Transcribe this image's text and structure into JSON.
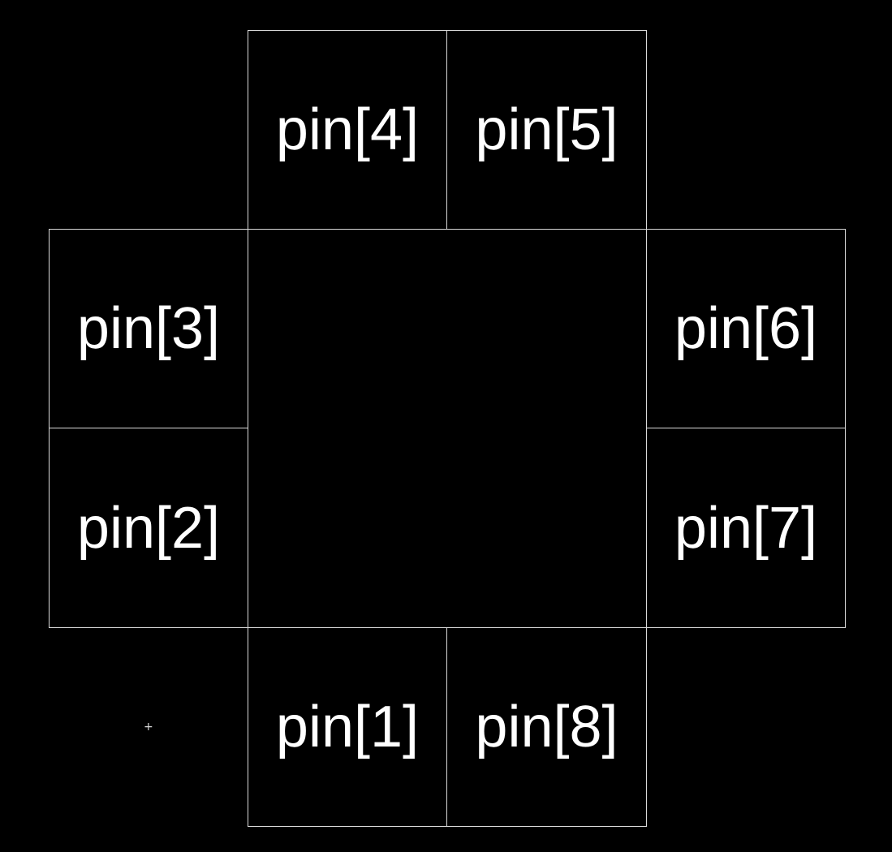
{
  "pins": [
    {
      "id": "pin-1",
      "label": "pin[1]"
    },
    {
      "id": "pin-2",
      "label": "pin[2]"
    },
    {
      "id": "pin-3",
      "label": "pin[3]"
    },
    {
      "id": "pin-4",
      "label": "pin[4]"
    },
    {
      "id": "pin-5",
      "label": "pin[5]"
    },
    {
      "id": "pin-6",
      "label": "pin[6]"
    },
    {
      "id": "pin-7",
      "label": "pin[7]"
    },
    {
      "id": "pin-8",
      "label": "pin[8]"
    }
  ],
  "origin_marker": "+",
  "colors": {
    "background": "#000000",
    "stroke": "#d9d9d9",
    "text": "#ffffff"
  }
}
